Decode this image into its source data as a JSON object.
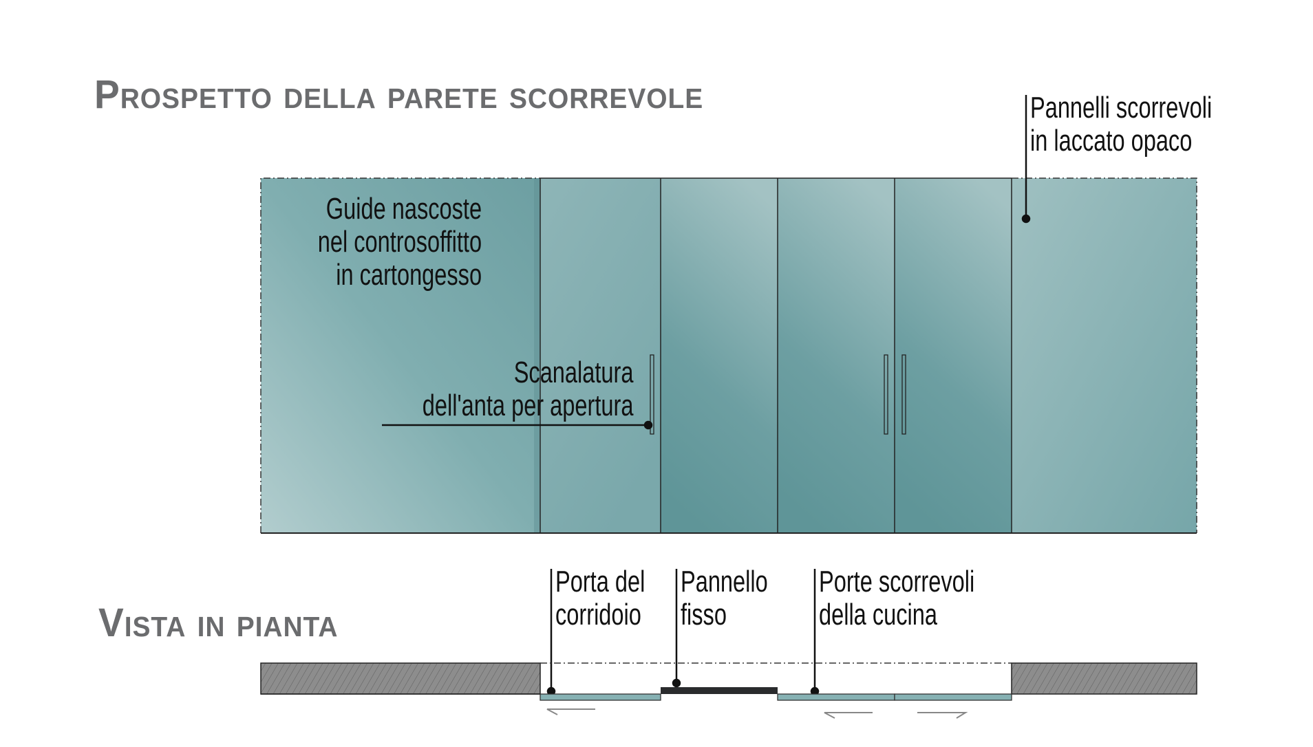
{
  "titles": {
    "elevation": "Prospetto della parete scorrevole",
    "plan": "Vista in pianta"
  },
  "labels": {
    "guides": [
      "Guide nascoste",
      "nel controsoffitto",
      "in cartongesso"
    ],
    "groove": [
      "Scanalatura",
      "dell'anta per apertura"
    ],
    "panels": [
      "Pannelli scorrevoli",
      "in laccato opaco"
    ],
    "corridor_door": [
      "Porta del",
      "corridoio"
    ],
    "fixed_panel": [
      "Pannello",
      "fisso"
    ],
    "kitchen_doors": [
      "Porte scorrevoli",
      "della cucina"
    ]
  },
  "colors": {
    "panel_light": "#a9c6c7",
    "panel_dark": "#5f9598",
    "title": "#6b6c6e",
    "fixed_panel": "#2a2b2d",
    "wall": "#8a8a8a"
  }
}
